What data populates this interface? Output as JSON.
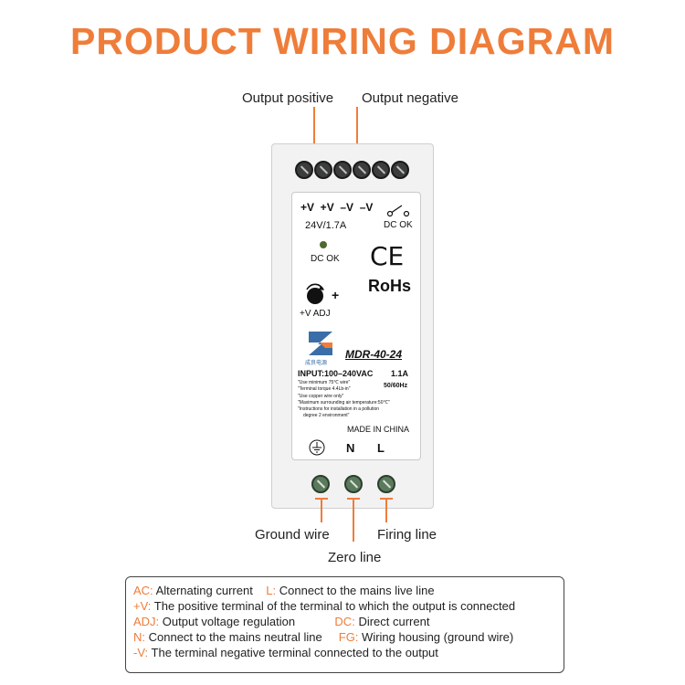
{
  "title": "PRODUCT WIRING DIAGRAM",
  "callouts": {
    "output_positive": "Output positive",
    "output_negative": "Output negative",
    "ground_wire": "Ground wire",
    "zero_line": "Zero line",
    "firing_line": "Firing line"
  },
  "device": {
    "terminal_labels": "+V  +V  –V  –V",
    "rating": "24V/1.7A",
    "switch_label": "DC OK",
    "led_label": "DC OK",
    "ce_mark": "CE",
    "rohs": "RoHs",
    "adj_plus": "+",
    "adj_label": "+V ADJ",
    "brand_text": "成良电源",
    "model": "MDR-40-24",
    "input": "INPUT:100–240VAC",
    "current": "1.1A",
    "frequency": "50/60Hz",
    "notes": [
      "\"Use minimum 75℃ wire\"",
      "\"Terminal torque 4.4Lb-in\"",
      "\"Use copper wire only\"",
      "\"Maximum surrounding air temperature:50℃\"",
      "\"Instructions for installation in a pollution",
      "degree 2 environment\""
    ],
    "made_in": "MADE IN CHINA",
    "bottom_labels": {
      "n": "N",
      "l": "L"
    }
  },
  "legend": {
    "rows": [
      [
        {
          "key": "AC:",
          "text": "Alternating current"
        },
        {
          "key": "L:",
          "text": "Connect to the mains live line"
        }
      ],
      [
        {
          "key": "+V:",
          "text": "The positive terminal of the terminal to which the output is connected"
        }
      ],
      [
        {
          "key": "ADJ:",
          "text": "Output voltage regulation"
        },
        {
          "key": "DC:",
          "text": "Direct current"
        }
      ],
      [
        {
          "key": "N:",
          "text": "Connect to the mains neutral line"
        },
        {
          "key": "FG:",
          "text": "Wiring housing (ground wire)"
        }
      ],
      [
        {
          "key": "-V:",
          "text": "The terminal negative terminal connected to the output"
        }
      ]
    ]
  },
  "colors": {
    "accent": "#ef7d3a",
    "terminal_dark": "#3a3d3b",
    "terminal_green": "#5a7a5b"
  }
}
